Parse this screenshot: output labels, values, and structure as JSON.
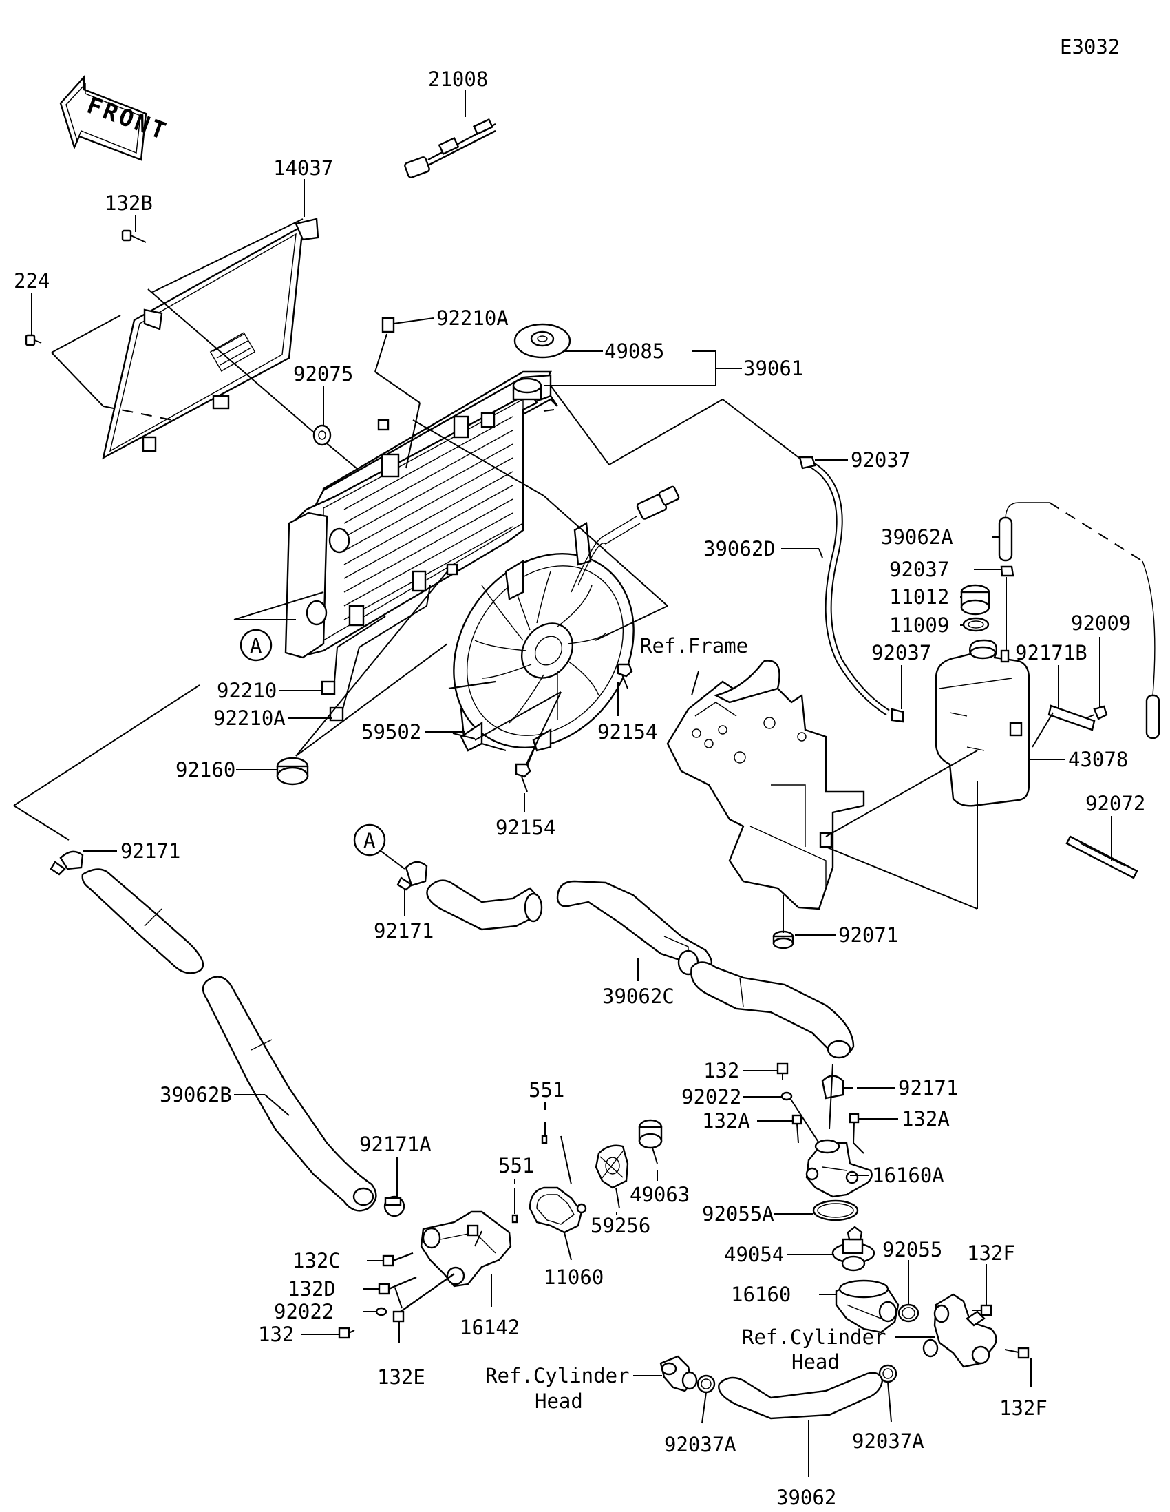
{
  "diagram_code": "E3032",
  "front_arrow": {
    "label": "FRONT",
    "icon": "front-arrow-icon"
  },
  "callouts": {
    "A_1": "A",
    "A_2": "A"
  },
  "labels": {
    "p21008": "21008",
    "p14037": "14037",
    "p132B": "132B",
    "p224": "224",
    "p92210A_top": "92210A",
    "p49085": "49085",
    "p39061": "39061",
    "p92075": "92075",
    "p92037_top": "92037",
    "p39062D": "39062D",
    "p39062A": "39062A",
    "p92037_mid": "92037",
    "p11012": "11012",
    "p11009": "11009",
    "p92009": "92009",
    "p92037_low": "92037",
    "p92171B": "92171B",
    "ref_frame": "Ref.Frame",
    "p43078": "43078",
    "p92210": "92210",
    "p92210A_low": "92210A",
    "p59502": "59502",
    "p92154_a": "92154",
    "p92160": "92160",
    "p92154_b": "92154",
    "p92072": "92072",
    "p92171_left": "92171",
    "p92171_mid": "92171",
    "p92071": "92071",
    "p39062C": "39062C",
    "p132_top": "132",
    "p92171_right": "92171",
    "p92022_right": "92022",
    "p132A_left": "132A",
    "p132A_right": "132A",
    "p39062B": "39062B",
    "p551_top": "551",
    "p92171A": "92171A",
    "p551_low": "551",
    "p49063": "49063",
    "p16160A": "16160A",
    "p59256": "59256",
    "p92055A": "92055A",
    "p11060": "11060",
    "p49054": "49054",
    "p92055": "92055",
    "p132F_top": "132F",
    "p132C": "132C",
    "p132D": "132D",
    "p92022_left": "92022",
    "p132_left": "132",
    "p16142": "16142",
    "p132E": "132E",
    "p16160": "16160",
    "ref_cyl_right_1": "Ref.Cylinder",
    "ref_cyl_right_2": "Head",
    "ref_cyl_left_1": "Ref.Cylinder",
    "ref_cyl_left_2": "Head",
    "p132F_low": "132F",
    "p92037A_left": "92037A",
    "p92037A_right": "92037A",
    "p39062": "39062"
  }
}
